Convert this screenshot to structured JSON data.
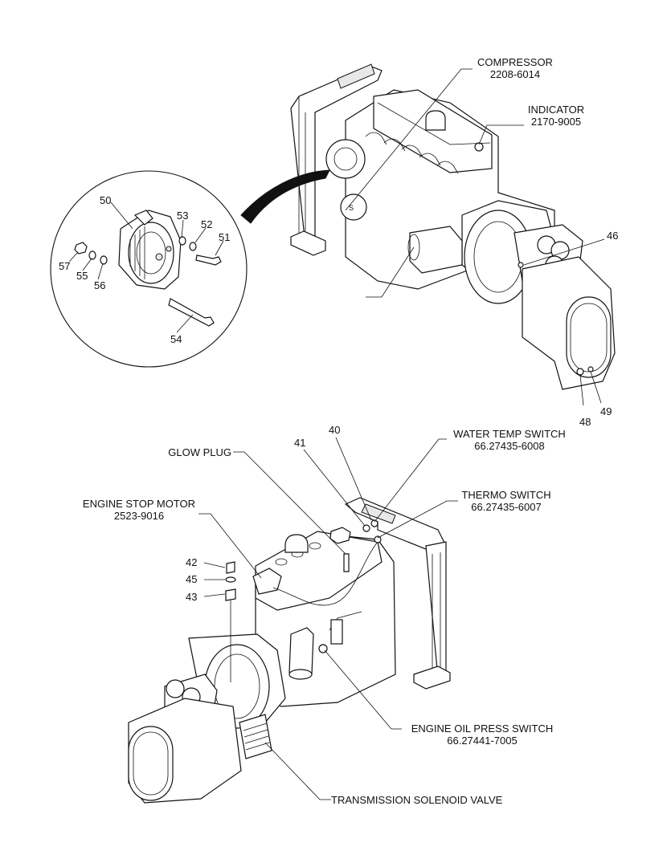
{
  "top_callouts": {
    "compressor": {
      "name": "COMPRESSOR",
      "part": "2208-6014"
    },
    "indicator": {
      "name": "INDICATOR",
      "part": "2170-9005"
    }
  },
  "detail_numbers": [
    "50",
    "53",
    "52",
    "51",
    "57",
    "55",
    "56",
    "54"
  ],
  "top_numbers": [
    "46",
    "48",
    "49"
  ],
  "bottom_callouts": {
    "glow_plug": {
      "name": "GLOW PLUG"
    },
    "engine_stop_motor": {
      "name": "ENGINE STOP MOTOR",
      "part": "2523-9016"
    },
    "water_temp_switch": {
      "name": "WATER TEMP SWITCH",
      "part": "66.27435-6008"
    },
    "thermo_switch": {
      "name": "THERMO SWITCH",
      "part": "66.27435-6007"
    },
    "engine_oil_press_switch": {
      "name": "ENGINE OIL PRESS SWITCH",
      "part": "66.27441-7005"
    },
    "transmission_solenoid_valve": {
      "name": "TRANSMISSION SOLENOID VALVE"
    }
  },
  "bottom_numbers": [
    "40",
    "41",
    "42",
    "45",
    "43"
  ]
}
